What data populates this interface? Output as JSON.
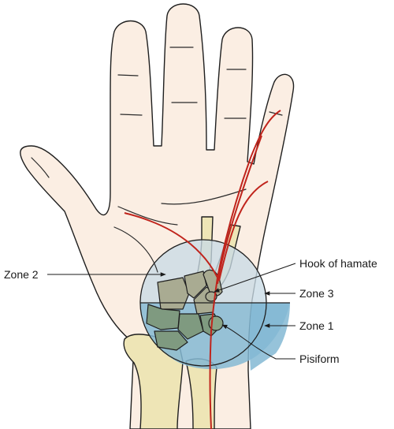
{
  "labels": {
    "zone2": "Zone 2",
    "hook_of_hamate": "Hook of hamate",
    "zone3": "Zone 3",
    "zone1": "Zone 1",
    "pisiform": "Pisiform"
  },
  "colors": {
    "skin": "#fbeee3",
    "bone": "#eee5b6",
    "zone_upper": "#c9dbe6",
    "zone_lower": "#84b9d3",
    "nerve": "#c0241c",
    "outline": "#1f1f1f"
  }
}
